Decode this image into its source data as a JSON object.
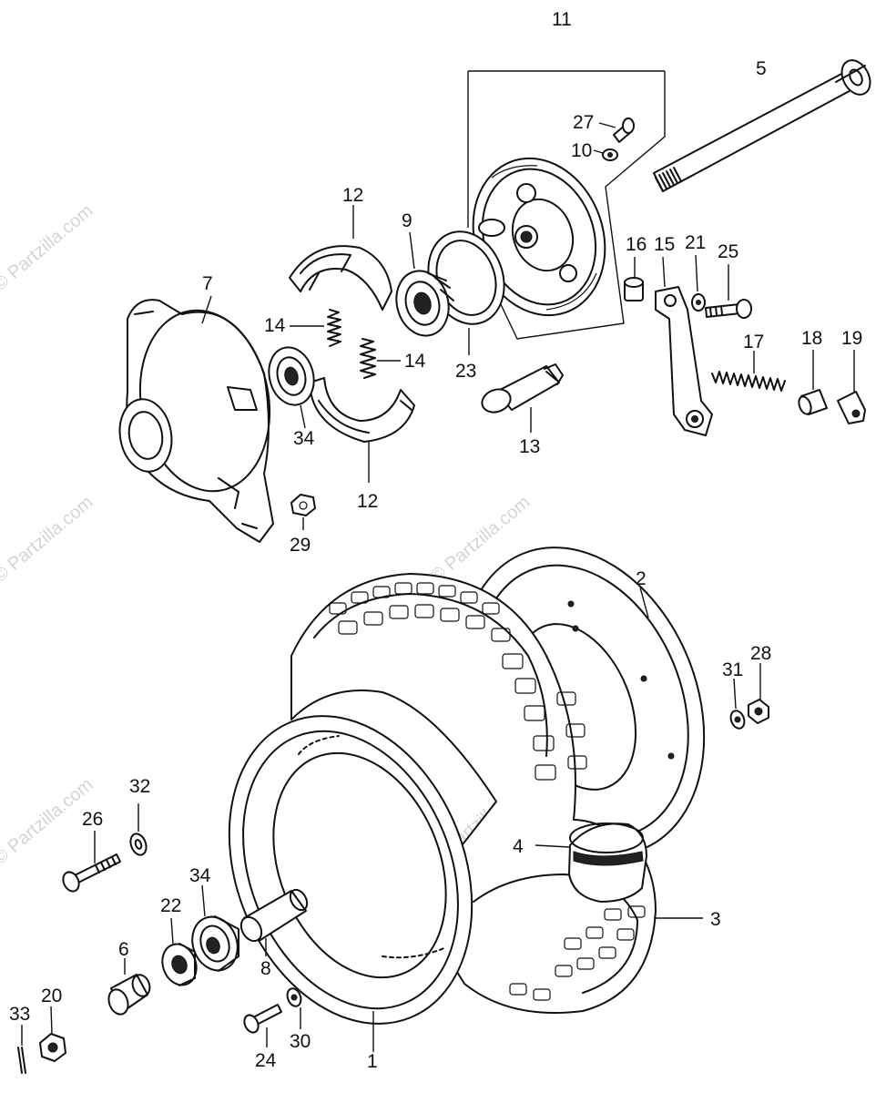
{
  "watermark": {
    "text": "© Partzilla.com",
    "color": "#d4d4d4"
  },
  "callouts": {
    "n1": "1",
    "n2": "2",
    "n3": "3",
    "n4": "4",
    "n5": "5",
    "n6": "6",
    "n7": "7",
    "n8": "8",
    "n9": "9",
    "n10": "10",
    "n11": "11",
    "n12a": "12",
    "n12b": "12",
    "n13": "13",
    "n14a": "14",
    "n14b": "14",
    "n15": "15",
    "n16": "16",
    "n17": "17",
    "n18": "18",
    "n19": "19",
    "n20": "20",
    "n21": "21",
    "n22": "22",
    "n23": "23",
    "n24": "24",
    "n25": "25",
    "n26": "26",
    "n27": "27",
    "n28": "28",
    "n29": "29",
    "n30": "30",
    "n31": "31",
    "n32": "32",
    "n33": "33",
    "n34a": "34",
    "n34b": "34"
  }
}
